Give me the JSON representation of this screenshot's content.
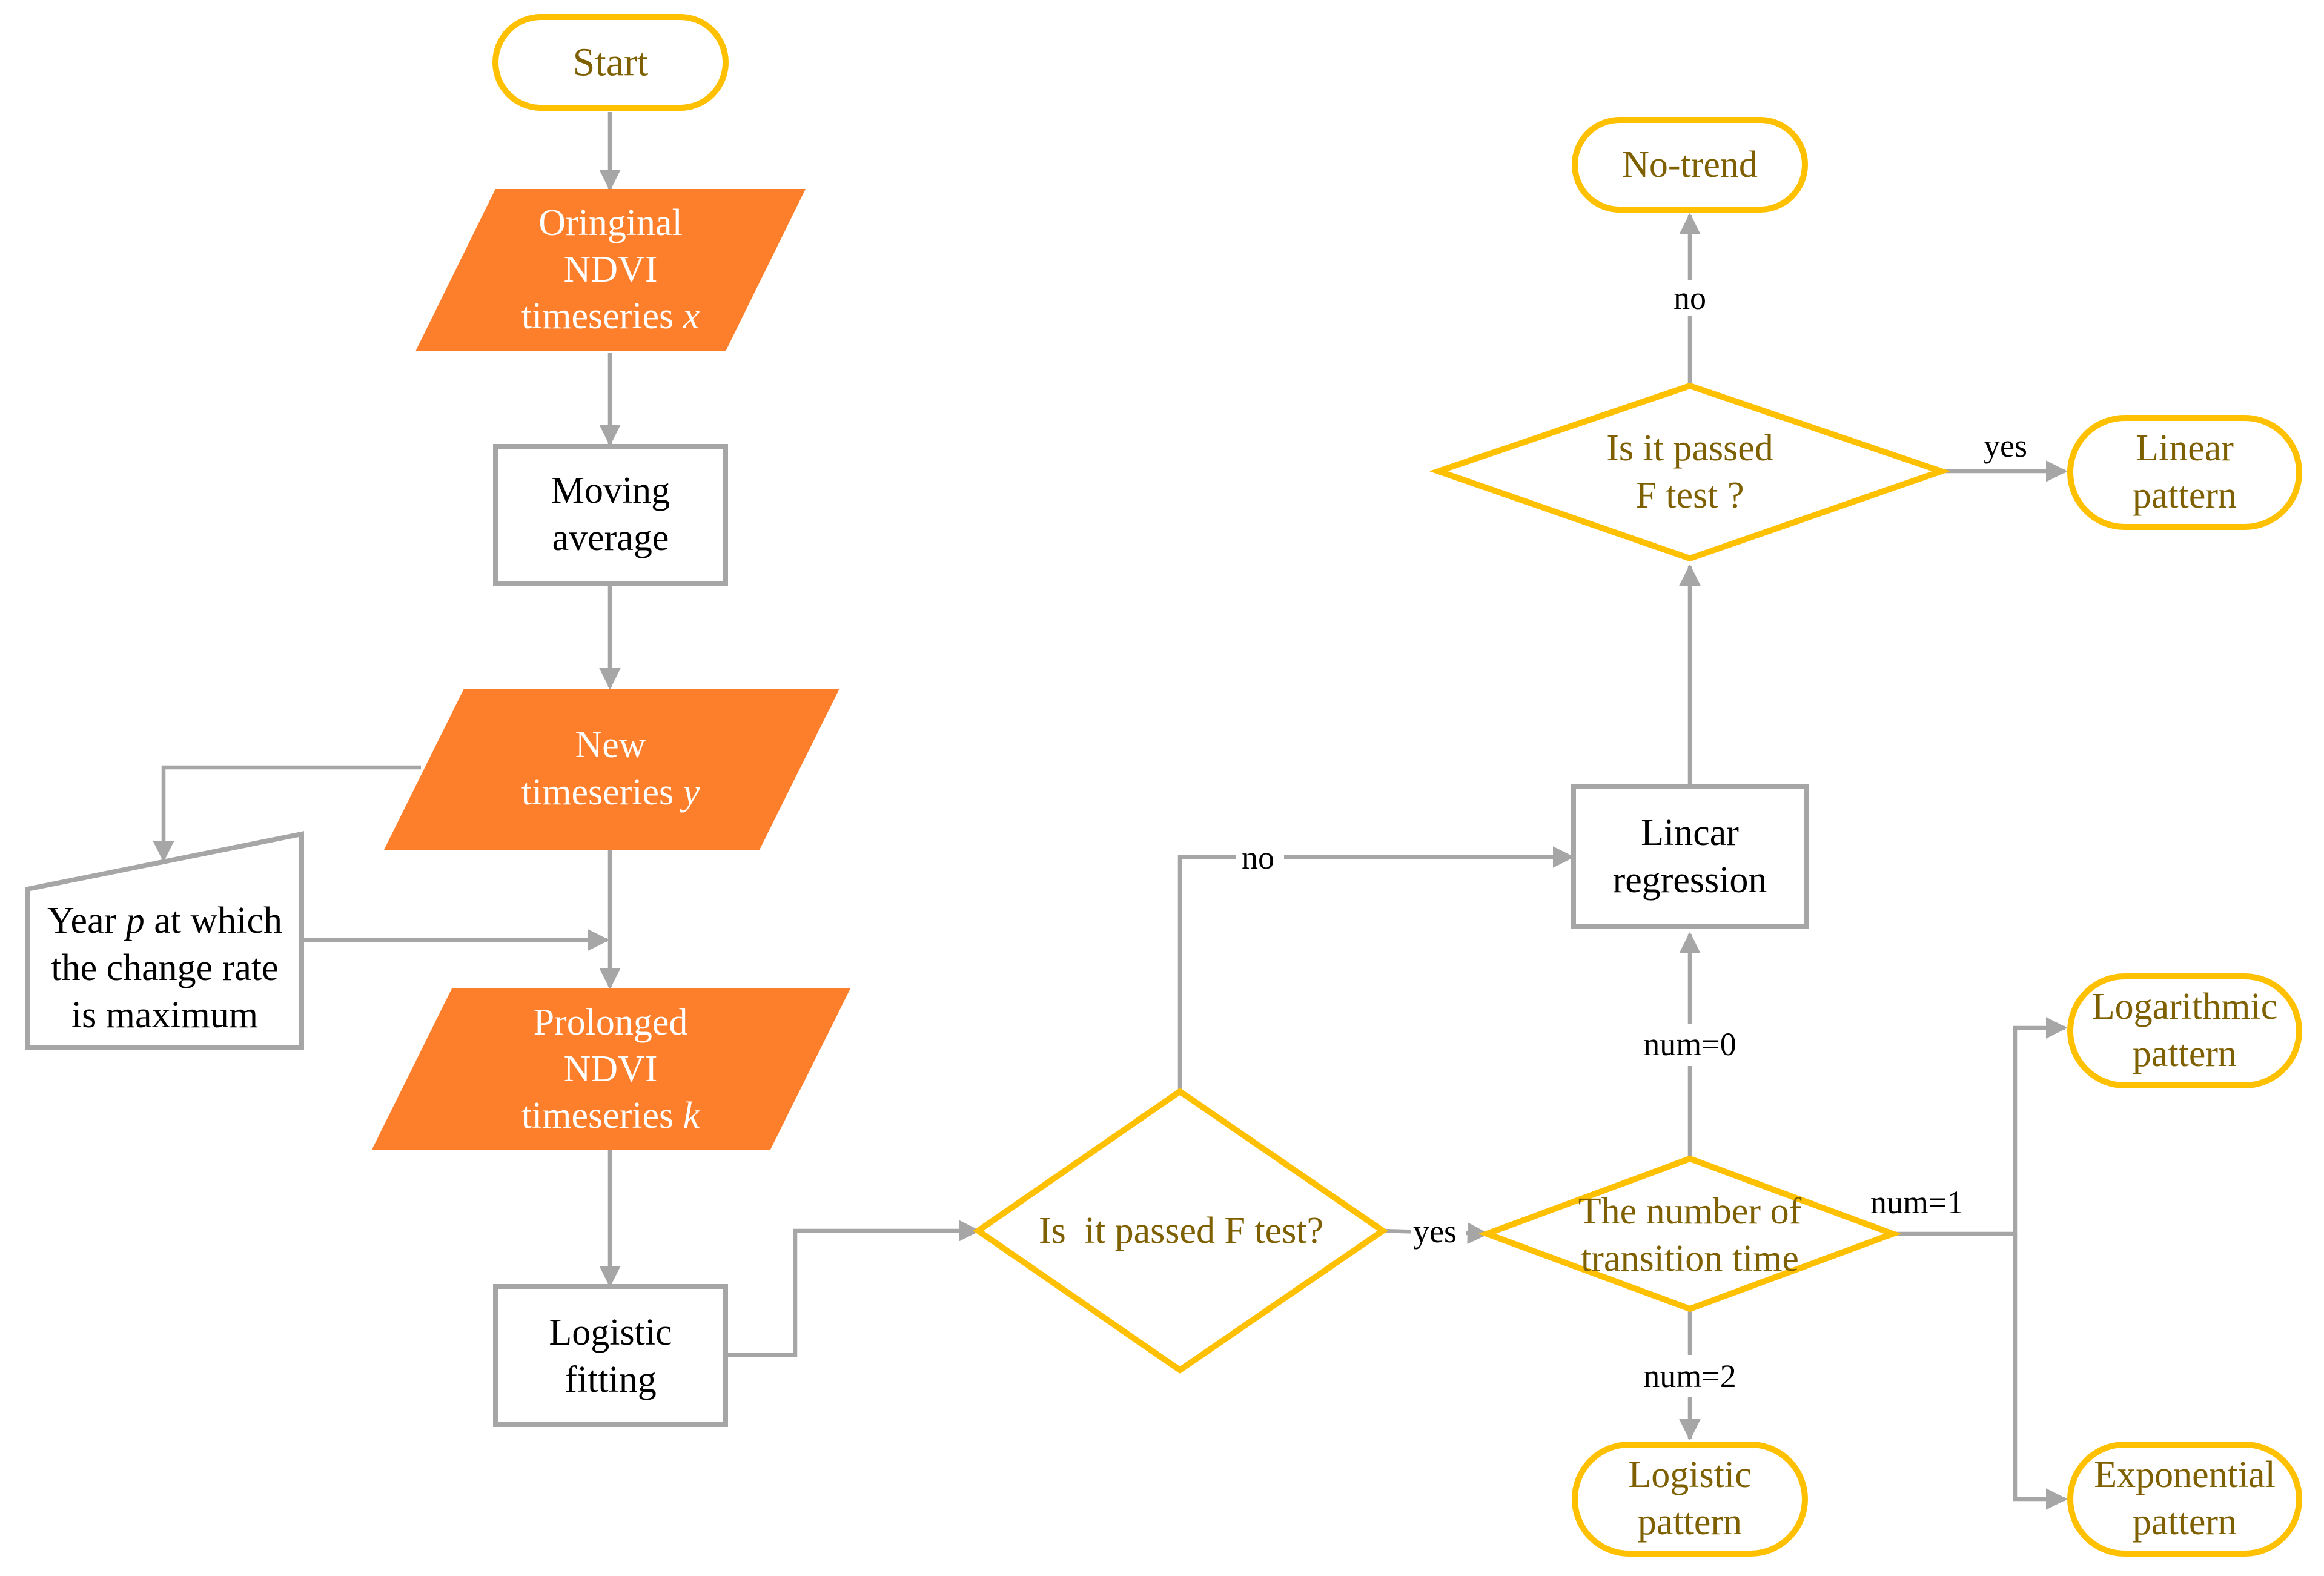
{
  "colors": {
    "terminal_border": "#ffc000",
    "terminal_text": "#7f6000",
    "data_fill": "#fd7f2b",
    "process_border": "#a6a6a6",
    "connector": "#a6a6a6"
  },
  "nodes": {
    "start": "Start",
    "original_ndvi": [
      "Oringinal",
      "NDVI",
      "timeseries x"
    ],
    "moving_average": [
      "Moving",
      "average"
    ],
    "new_timeseries": [
      "New",
      "timeseries y"
    ],
    "year_p": [
      "Year p at which",
      "the change rate",
      "is maximum"
    ],
    "prolonged_ndvi": [
      "Prolonged",
      "NDVI",
      "timeseries k"
    ],
    "logistic_fitting": [
      "Logistic",
      "fitting"
    ],
    "f_test_1": "Is  it passed F test?",
    "transition_count": [
      "The number of",
      "transition time"
    ],
    "linear_regression": [
      "Lincar",
      "regression"
    ],
    "f_test_2": [
      "Is it passed",
      "F test ?"
    ],
    "no_trend": "No-trend",
    "linear_pattern": [
      "Linear",
      "pattern"
    ],
    "logarithmic_pattern": [
      "Logarithmic",
      "pattern"
    ],
    "exponential_pattern": [
      "Exponential",
      "pattern"
    ],
    "logistic_pattern": [
      "Logistic",
      "pattern"
    ]
  },
  "edge_labels": {
    "f1_no": "no",
    "f1_yes": "yes",
    "num0": "num=0",
    "num1": "num=1",
    "num2": "num=2",
    "f2_no": "no",
    "f2_yes": "yes"
  }
}
